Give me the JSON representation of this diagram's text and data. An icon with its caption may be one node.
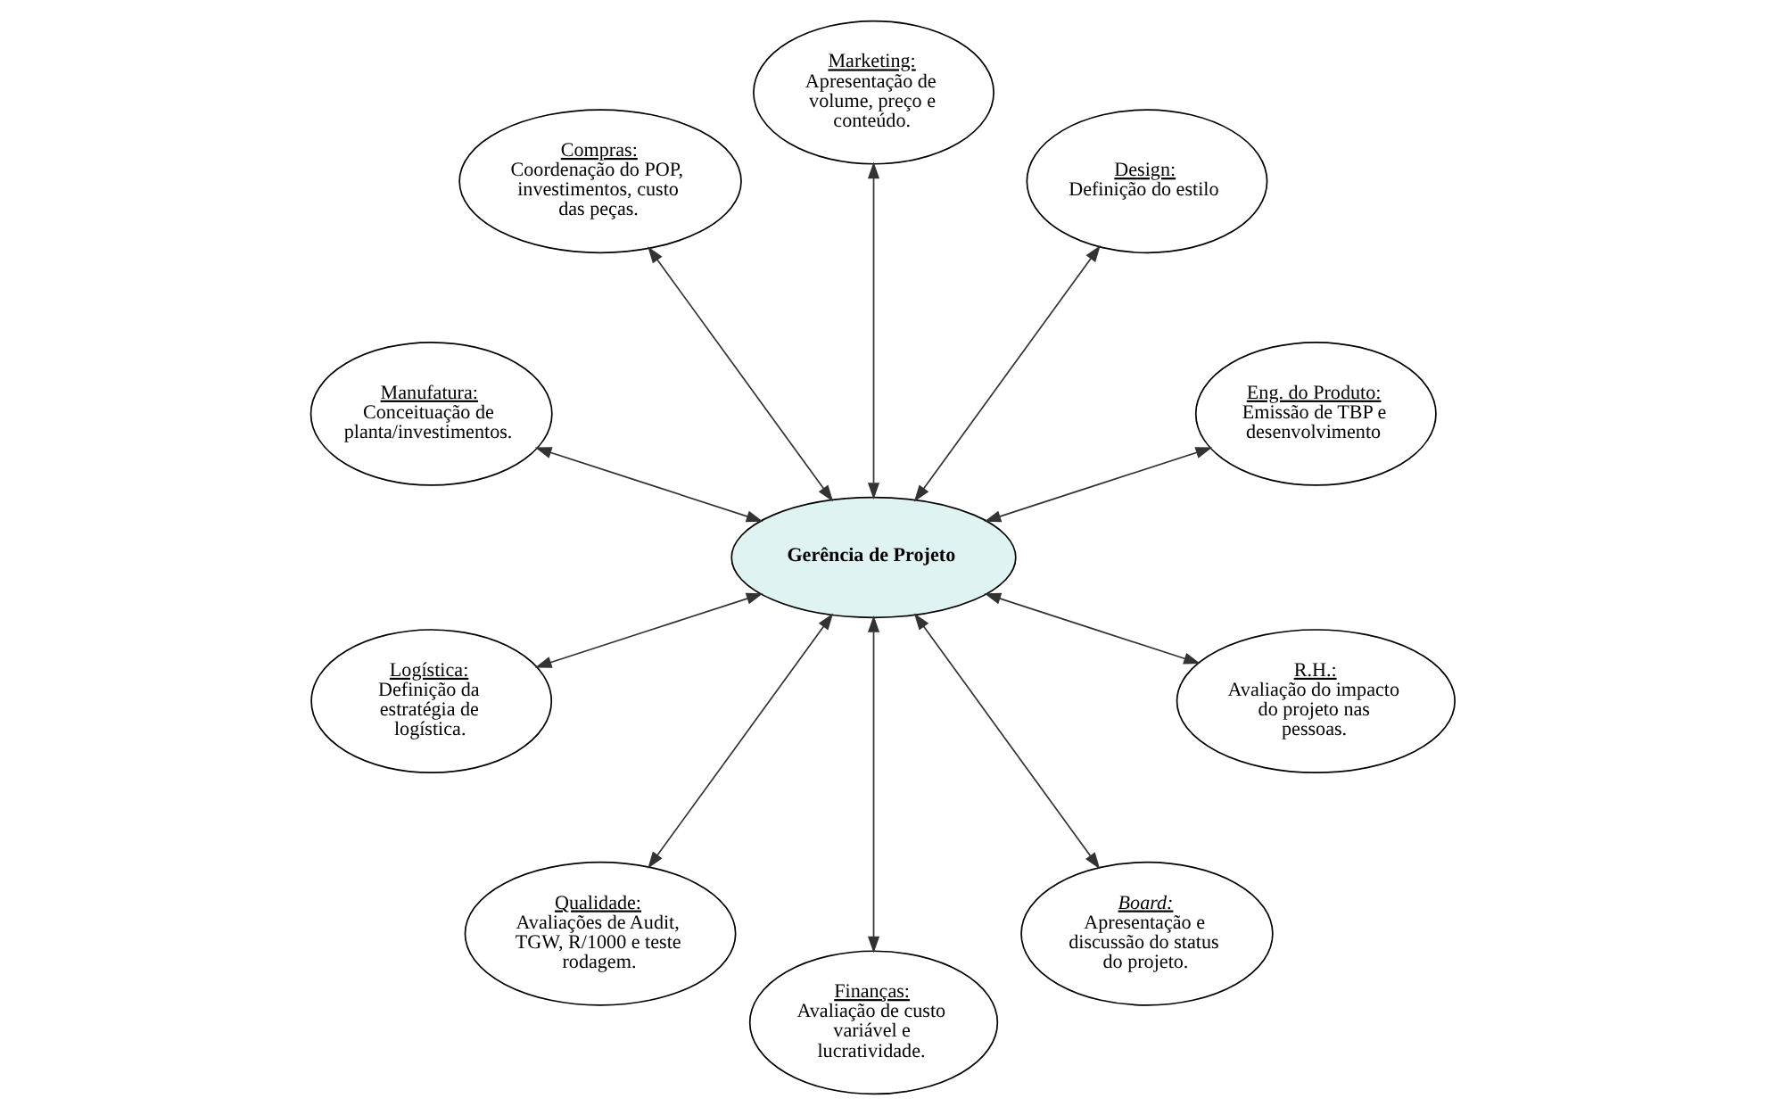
{
  "diagram": {
    "nodes": [
      {
        "text": [
          "Eng. do Produto:",
          "Emissão de TBP e desenvolvimento"
        ]
      },
      {
        "text": [
          "Design:",
          "Definição do estilo"
        ]
      },
      {
        "text": [
          "Marketing:",
          "Apresentação de volume, preço e conteúdo."
        ]
      },
      {
        "text": [
          "Compras:",
          "Coordenação do POP, investimentos, custo das peças."
        ]
      },
      {
        "text": [
          "Manufatura:",
          "Conceituação de planta/investimentos."
        ]
      },
      {
        "text": [
          "Gerência de Projeto"
        ]
      },
      {
        "text": [
          "Logística:",
          "Definição da estratégia de logística."
        ]
      },
      {
        "text": [
          "Qualidade:",
          "Avaliações de Audit, TGW, R/1000 e teste rodagem."
        ]
      },
      {
        "text": [
          "Finanças:",
          "Avaliação de custo variável e lucratividade."
        ]
      },
      {
        "text": [
          "Board:",
          "Apresentação e discussão do status do projeto."
        ]
      },
      {
        "text": [
          "R.H.:",
          "Avaliação do impacto do projeto nas pessoas."
        ]
      }
    ],
    "edges": [
      {
        "from": 5,
        "to": 0,
        "arrow": "both"
      },
      {
        "from": 5,
        "to": 1,
        "arrow": "both"
      },
      {
        "from": 5,
        "to": 2,
        "arrow": "both"
      },
      {
        "from": 5,
        "to": 4,
        "arrow": "both"
      },
      {
        "from": 5,
        "to": 7,
        "arrow": "both"
      },
      {
        "from": 5,
        "to": 10,
        "arrow": "both"
      },
      {
        "from": 5,
        "to": 9,
        "arrow": "both"
      },
      {
        "from": 5,
        "to": 8,
        "arrow": "both"
      },
      {
        "from": 5,
        "to": 6,
        "arrow": "both"
      },
      {
        "from": 5,
        "to": 3,
        "arrow": "both"
      }
    ]
  }
}
